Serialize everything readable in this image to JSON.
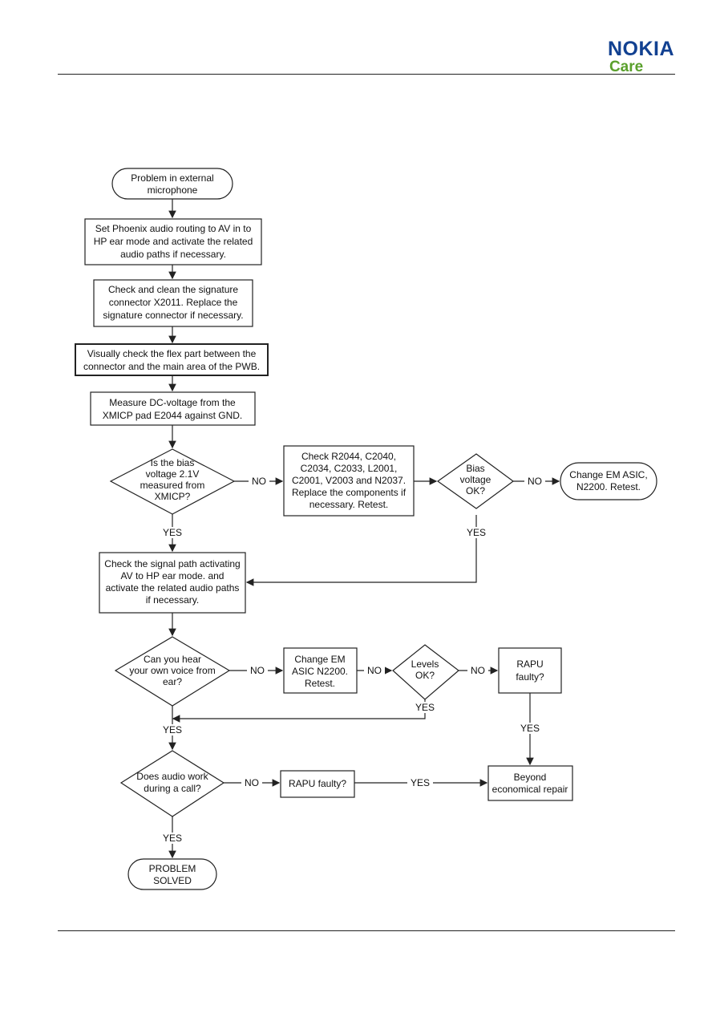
{
  "header": {
    "brand": "NOKIA",
    "sub": "Care"
  },
  "nodes": {
    "start": [
      "Problem in external",
      "microphone"
    ],
    "set_routing": [
      "Set Phoenix audio routing to AV in to",
      "HP ear mode and activate the related",
      "audio paths if necessary."
    ],
    "check_connector": [
      "Check and clean the signature",
      "connector X2011. Replace the",
      "signature connector if necessary."
    ],
    "flex_check": [
      "Visually check the flex part between the",
      "connector and the main area of the PWB."
    ],
    "measure_dc": [
      "Measure DC-voltage from the",
      "XMICP pad E2044 against GND."
    ],
    "bias_q": [
      "Is the bias",
      "voltage 2.1V",
      "measured from",
      "XMICP?"
    ],
    "check_components": [
      "Check  R2044, C2040,",
      "C2034, C2033,  L2001,",
      "C2001, V2003 and N2037.",
      "Replace the components if",
      "necessary. Retest."
    ],
    "bias_ok_q": [
      "Bias",
      "voltage",
      "OK?"
    ],
    "change_asic_1": [
      "Change EM ASIC,",
      "N2200. Retest."
    ],
    "check_signal": [
      "Check the signal path activating",
      "AV to HP ear mode. and",
      "activate the related audio paths",
      "if necessary."
    ],
    "hear_q": [
      "Can you hear",
      "your own voice from",
      "ear?"
    ],
    "change_asic_2": [
      "Change EM",
      "ASIC N2200.",
      "Retest."
    ],
    "levels_q": [
      "Levels",
      "OK?"
    ],
    "rapu_1": [
      "RAPU",
      "faulty?"
    ],
    "audio_call_q": [
      "Does audio work",
      "during a call?"
    ],
    "rapu_2": [
      "RAPU faulty?"
    ],
    "beyond": [
      "Beyond",
      "economical repair"
    ],
    "end": [
      "PROBLEM",
      "SOLVED"
    ]
  },
  "labels": {
    "no_bias": "NO",
    "no_bias_ok": "NO",
    "yes_bias": "YES",
    "yes_bias_ok": "YES",
    "no_hear": "NO",
    "no_asic": "NO",
    "no_levels": "NO",
    "yes_levels": "YES",
    "yes_hear": "YES",
    "yes_rapu_1": "YES",
    "no_call": "NO",
    "yes_rapu_2": "YES",
    "yes_call": "YES"
  },
  "colors": {
    "brand_blue": "#124191",
    "brand_green": "#5aa02c"
  }
}
